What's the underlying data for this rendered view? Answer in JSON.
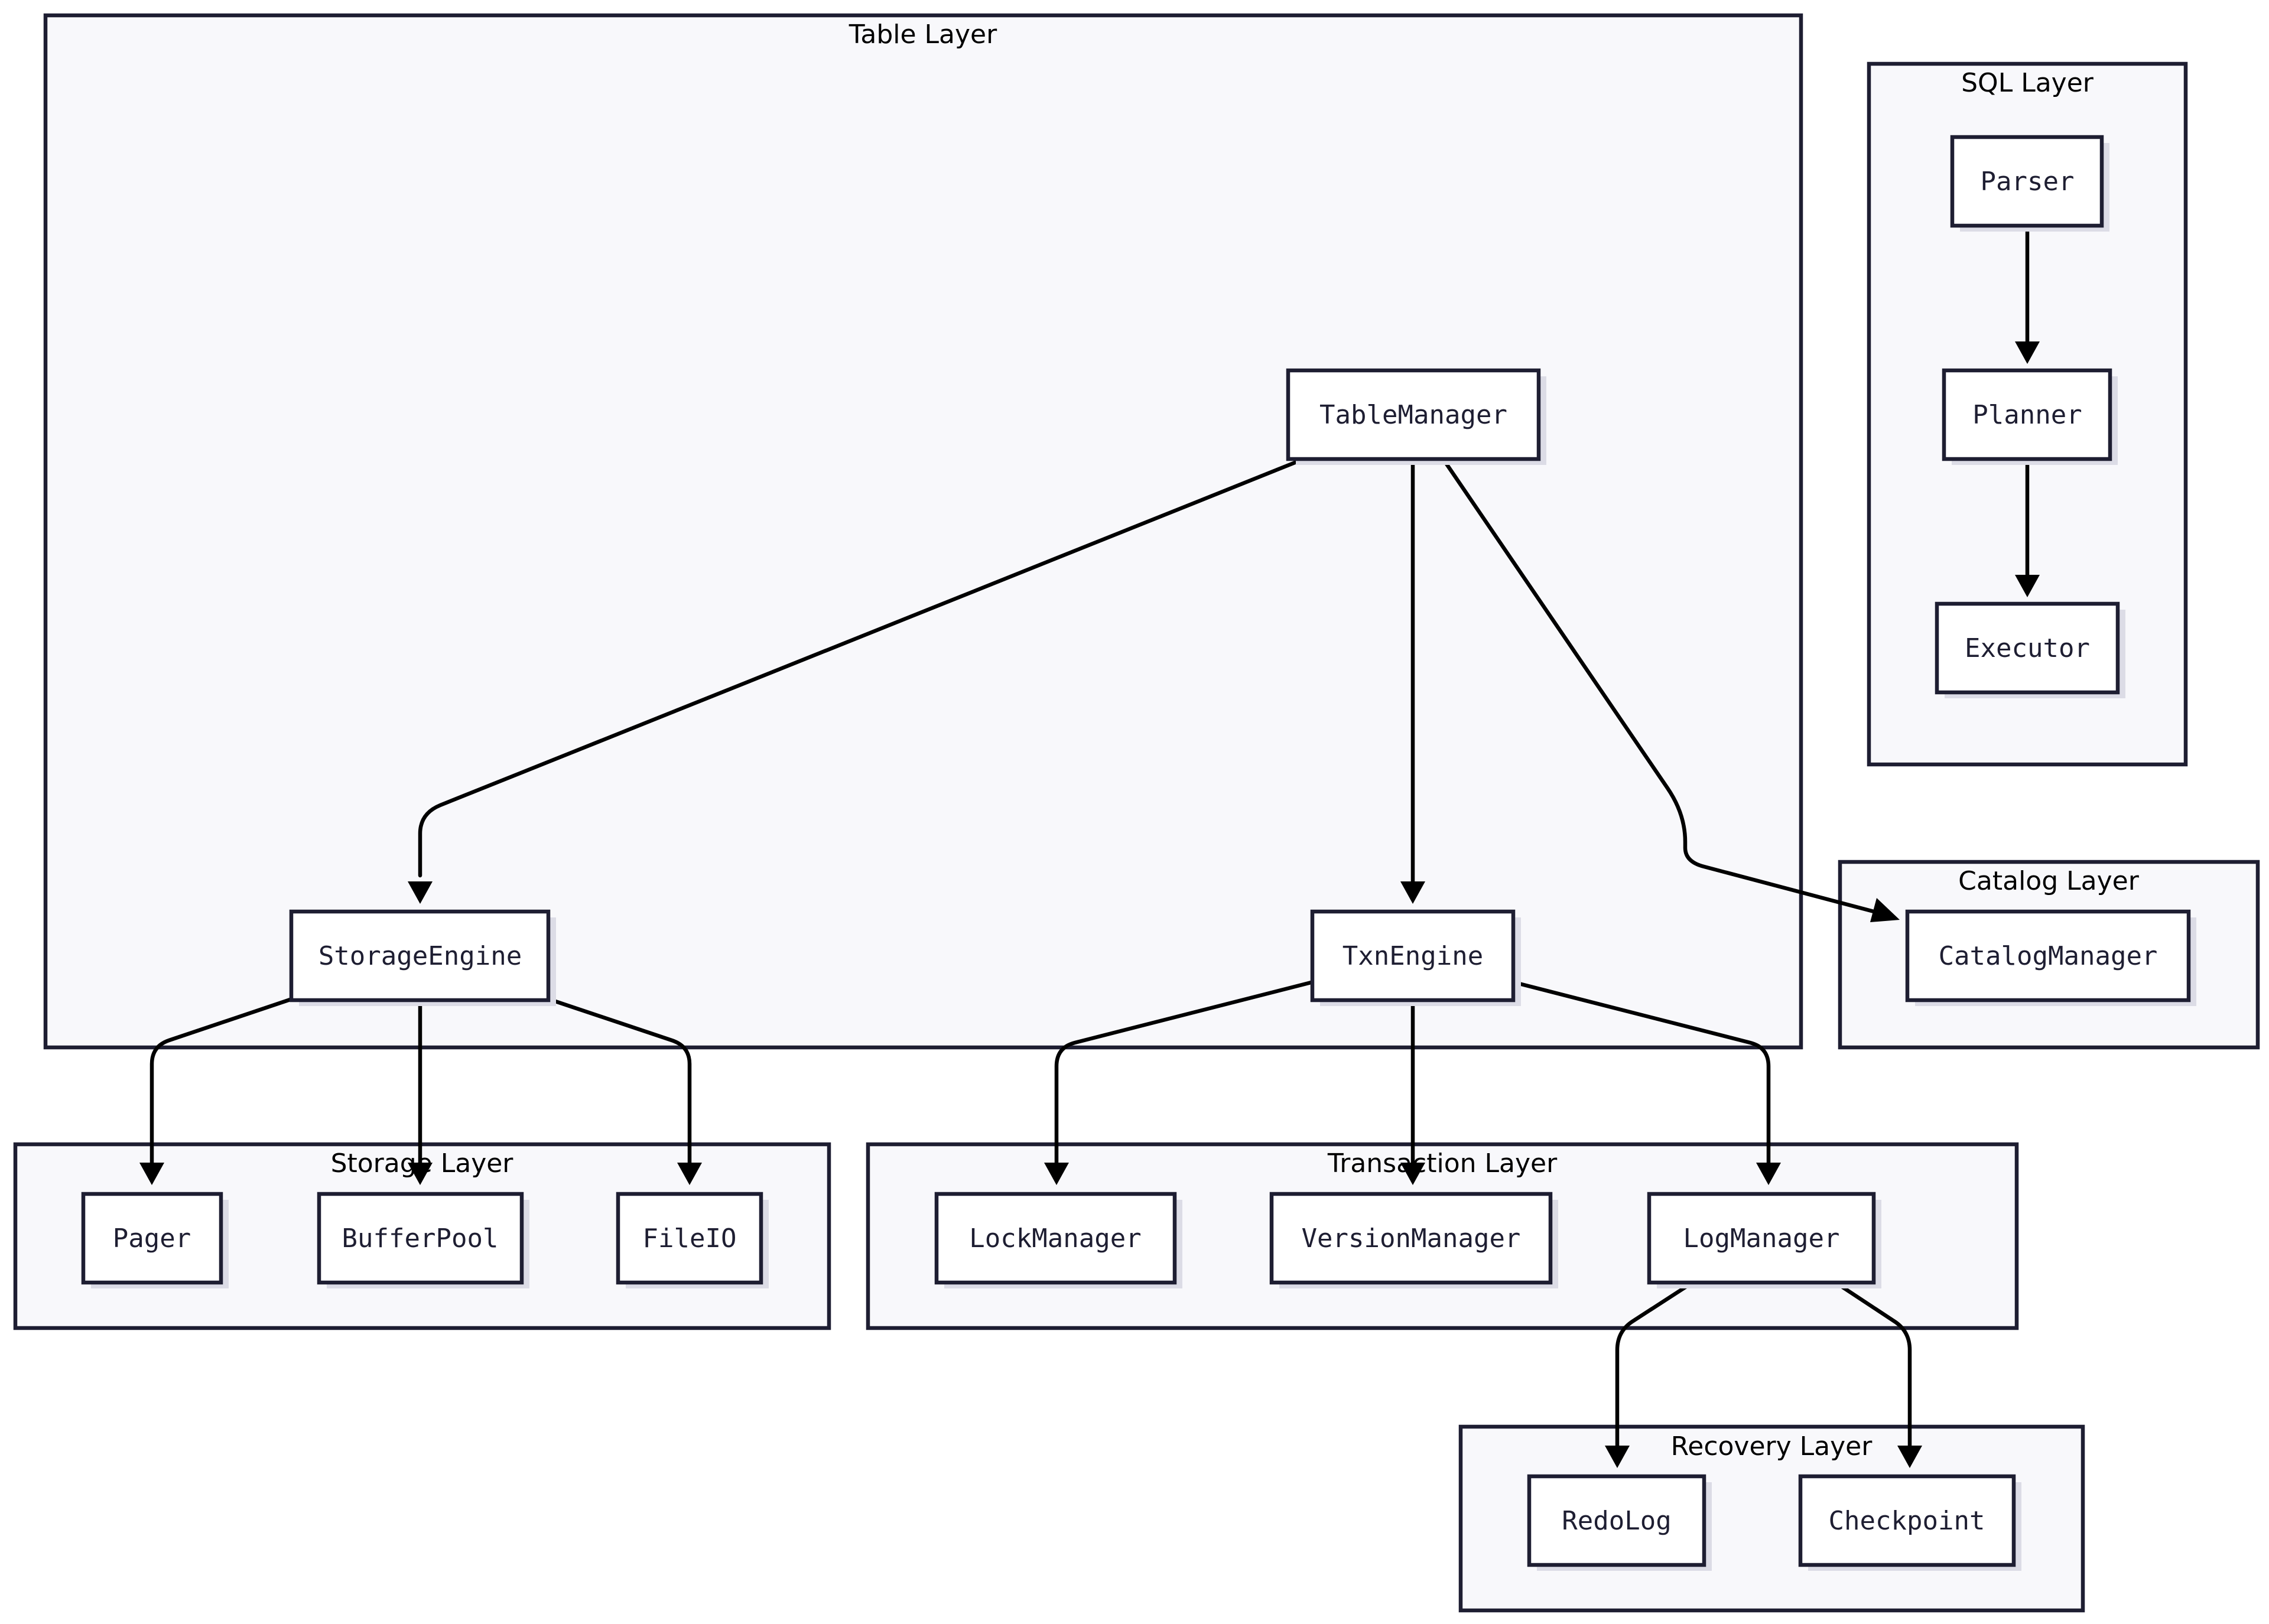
{
  "clusters": {
    "table_layer": "Table Layer",
    "sql_layer": "SQL Layer",
    "catalog_layer": "Catalog Layer",
    "storage_layer": "Storage Layer",
    "transaction_layer": "Transaction Layer",
    "recovery_layer": "Recovery Layer"
  },
  "nodes": {
    "table_manager": "TableManager",
    "storage_engine": "StorageEngine",
    "txn_engine": "TxnEngine",
    "parser": "Parser",
    "planner": "Planner",
    "executor": "Executor",
    "catalog_manager": "CatalogManager",
    "pager": "Pager",
    "buffer_pool": "BufferPool",
    "file_io": "FileIO",
    "lock_manager": "LockManager",
    "version_manager": "VersionManager",
    "log_manager": "LogManager",
    "redo_log": "RedoLog",
    "checkpoint": "Checkpoint"
  },
  "edges": [
    {
      "from": "TableManager",
      "to": "StorageEngine"
    },
    {
      "from": "TableManager",
      "to": "TxnEngine"
    },
    {
      "from": "TableManager",
      "to": "CatalogManager"
    },
    {
      "from": "Parser",
      "to": "Planner"
    },
    {
      "from": "Planner",
      "to": "Executor"
    },
    {
      "from": "StorageEngine",
      "to": "Pager"
    },
    {
      "from": "StorageEngine",
      "to": "BufferPool"
    },
    {
      "from": "StorageEngine",
      "to": "FileIO"
    },
    {
      "from": "TxnEngine",
      "to": "LockManager"
    },
    {
      "from": "TxnEngine",
      "to": "VersionManager"
    },
    {
      "from": "TxnEngine",
      "to": "LogManager"
    },
    {
      "from": "LogManager",
      "to": "RedoLog"
    },
    {
      "from": "LogManager",
      "to": "Checkpoint"
    }
  ],
  "colors": {
    "cluster_fill": "#f8f8fb",
    "stroke": "#1e1e32",
    "node_fill": "#ffffff",
    "edge": "#000000"
  }
}
